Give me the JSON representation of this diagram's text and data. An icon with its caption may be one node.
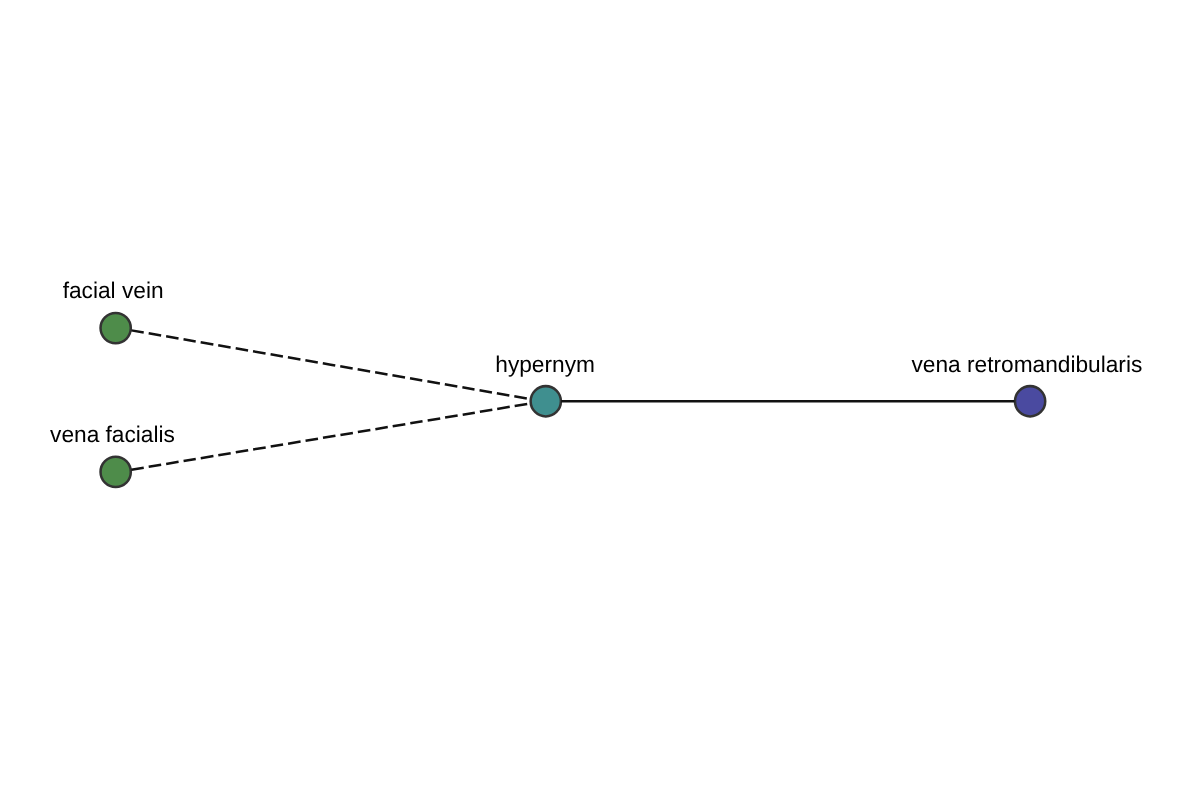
{
  "diagram": {
    "nodes": [
      {
        "text": [
          "facial vein"
        ]
      },
      {
        "text": [
          "hypernym"
        ]
      },
      {
        "text": [
          "vena facialis"
        ]
      },
      {
        "text": [
          "vena retromandibularis"
        ]
      }
    ],
    "edges": [
      {
        "from": 0,
        "to": 1,
        "arrow": "none",
        "style": "dashed"
      },
      {
        "from": 2,
        "to": 1,
        "arrow": "none",
        "style": "dashed"
      },
      {
        "from": 1,
        "to": 3,
        "arrow": "none"
      }
    ]
  }
}
